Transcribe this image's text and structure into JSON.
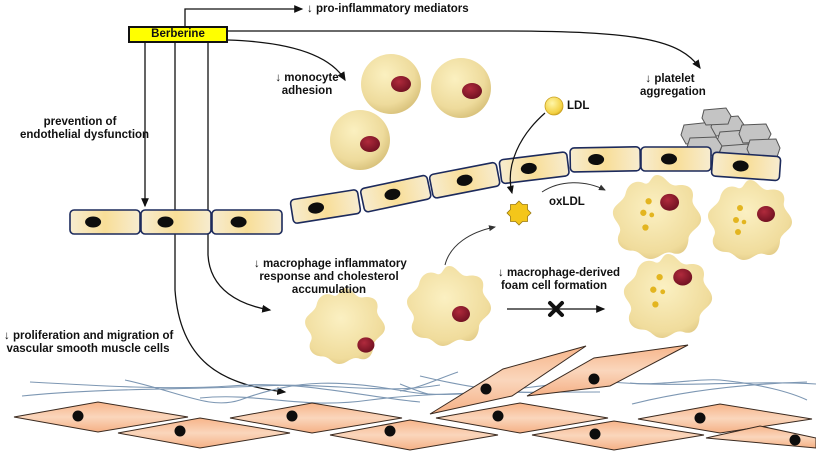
{
  "figure": {
    "drug": "Berberine",
    "effects": {
      "pro_inflammatory": "↓ pro-inflammatory mediators",
      "endothelial": [
        "prevention of",
        "endothelial dysfunction"
      ],
      "monocyte": [
        "↓ monocyte",
        "adhesion"
      ],
      "platelet": [
        "↓ platelet",
        "aggregation"
      ],
      "macrophage": [
        "↓ macrophage inflammatory",
        "response and cholesterol",
        "accumulation"
      ],
      "foam_cell": [
        "↓ macrophage-derived",
        "foam cell formation"
      ],
      "vsmc": [
        "↓ proliferation and migration of",
        "vascular smooth muscle cells"
      ]
    },
    "particles": {
      "ldl": "LDL",
      "oxldl": "oxLDL"
    },
    "colors": {
      "berberine_box": "#ffff00",
      "cell_fill": "#f7e6b5",
      "cell_border": "#1c2a5c",
      "nucleus_endothelial": "#111111",
      "monocyte": "#f0dc9a",
      "nucleus_red": "#8b1a2b",
      "smooth_muscle": "#f5b98f",
      "fiber": "#7d97b3",
      "lipid_droplet": "#e3b520",
      "platelet": "#bfbfbf",
      "oxldl_star": "#f2c418"
    }
  }
}
